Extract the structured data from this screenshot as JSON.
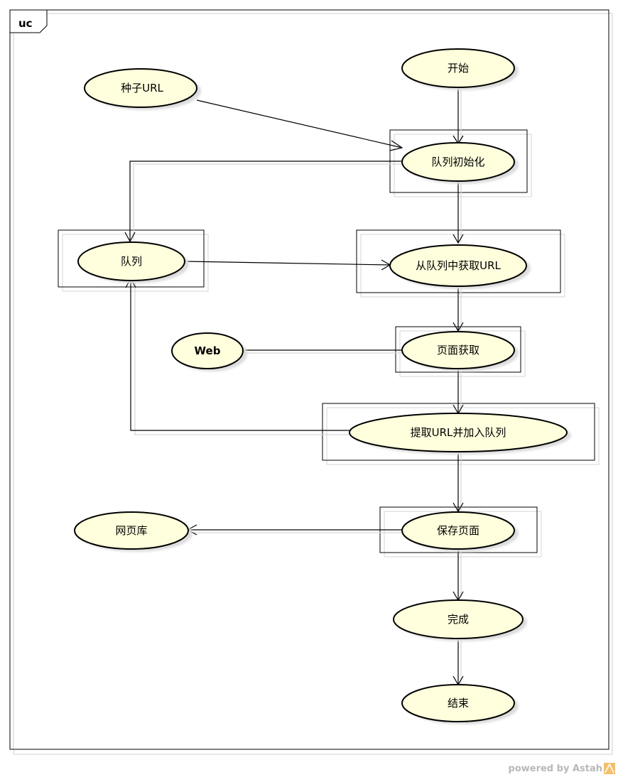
{
  "diagram": {
    "frame_tag": "uc",
    "footer": "powered by Astah",
    "nodes": [
      {
        "id": "start",
        "label": "开始"
      },
      {
        "id": "seed-url",
        "label": "种子URL"
      },
      {
        "id": "queue-init",
        "label": "队列初始化"
      },
      {
        "id": "queue",
        "label": "队列"
      },
      {
        "id": "get-url",
        "label": "从队列中获取URL"
      },
      {
        "id": "web",
        "label": "Web"
      },
      {
        "id": "fetch-page",
        "label": "页面获取"
      },
      {
        "id": "extract-url",
        "label": "提取URL并加入队列"
      },
      {
        "id": "page-db",
        "label": "网页库"
      },
      {
        "id": "save-page",
        "label": "保存页面"
      },
      {
        "id": "done",
        "label": "完成"
      },
      {
        "id": "end",
        "label": "结束"
      }
    ],
    "edges": [
      {
        "from": "start",
        "to": "queue-init"
      },
      {
        "from": "seed-url",
        "to": "queue-init"
      },
      {
        "from": "queue-init",
        "to": "queue"
      },
      {
        "from": "queue-init",
        "to": "get-url"
      },
      {
        "from": "queue",
        "to": "get-url"
      },
      {
        "from": "get-url",
        "to": "fetch-page"
      },
      {
        "from": "web",
        "to": "fetch-page"
      },
      {
        "from": "fetch-page",
        "to": "extract-url"
      },
      {
        "from": "extract-url",
        "to": "queue"
      },
      {
        "from": "extract-url",
        "to": "save-page"
      },
      {
        "from": "save-page",
        "to": "page-db"
      },
      {
        "from": "save-page",
        "to": "done"
      },
      {
        "from": "done",
        "to": "end"
      }
    ]
  }
}
